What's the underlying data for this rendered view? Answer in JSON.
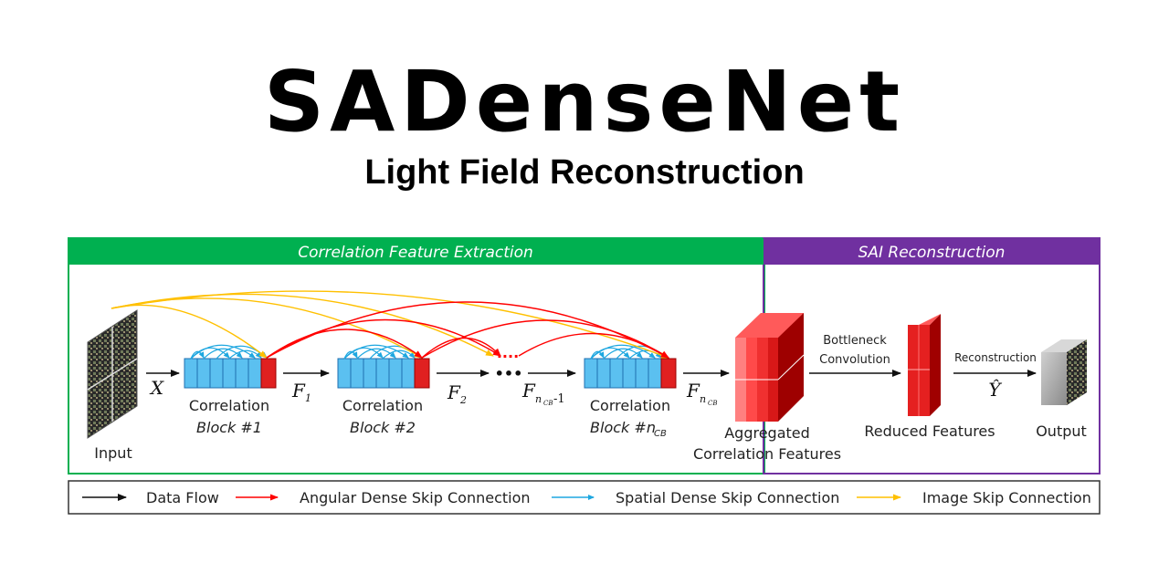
{
  "header": {
    "title": "SADenseNet",
    "subtitle": "Light Field Reconstruction"
  },
  "sections": {
    "feature_extraction": "Correlation Feature Extraction",
    "reconstruction": "SAI Reconstruction"
  },
  "colors": {
    "green": "#00b050",
    "purple": "#7030a0",
    "red_arrow": "#ff0000",
    "blue_arrow": "#1ea7e0",
    "yellow_arrow": "#ffc000",
    "block_blue": "#5bc0f0",
    "block_red": "#e02020"
  },
  "nodes": {
    "input": "Input",
    "x_label": "X",
    "block1_line1": "Correlation",
    "block1_line2": "Block #1",
    "f1_label": "F",
    "f1_sub": "1",
    "block2_line1": "Correlation",
    "block2_line2": "Block #2",
    "f2_label": "F",
    "f2_sub": "2",
    "fncb1_label": "F",
    "fncb1_sub": "n",
    "fncb1_subsub": "CB",
    "fncb1_suffix": "-1",
    "blockn_line1": "Correlation",
    "blockn_line2": "Block #n",
    "blockn_sub": "CB",
    "fncb_label": "F",
    "fncb_sub": "n",
    "fncb_subsub": "CB",
    "ellipsis": "•••",
    "red_ellipsis": "....",
    "aggregated_line1": "Aggregated",
    "aggregated_line2": "Correlation Features",
    "bottleneck_line1": "Bottleneck",
    "bottleneck_line2": "Convolution",
    "reduced": "Reduced Features",
    "reconstruction": "Reconstruction",
    "y_hat": "Ŷ",
    "output": "Output"
  },
  "legend": {
    "data_flow": "Data Flow",
    "angular": "Angular Dense Skip Connection",
    "spatial": "Spatial Dense Skip Connection",
    "image": "Image Skip Connection"
  }
}
